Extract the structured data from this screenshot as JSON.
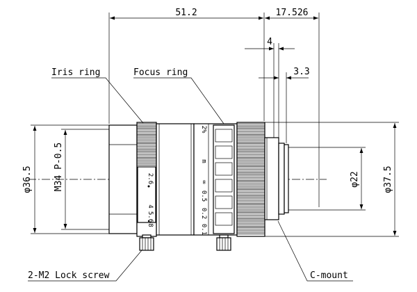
{
  "dimensions": {
    "overall_length": "51.2",
    "flange_length": "17.526",
    "step_a": "4",
    "step_b": "3.3",
    "front_diameter": "φ36.5",
    "filter_thread": "M34 P-0.5",
    "mount_diameter": "φ22",
    "body_diameter": "φ37.5"
  },
  "callouts": {
    "iris_ring": "Iris ring",
    "focus_ring": "Focus ring",
    "lock_screw": "2-M2 Lock screw",
    "c_mount": "C-mount"
  },
  "iris_scale": [
    "2.6",
    "4",
    "5.6",
    "8"
  ],
  "focus_scale": [
    "∞",
    "0.5",
    "0.2",
    "0.1"
  ],
  "focus_scale_extra": [
    "m"
  ],
  "colors": {
    "line": "#000000",
    "background": "#ffffff"
  }
}
